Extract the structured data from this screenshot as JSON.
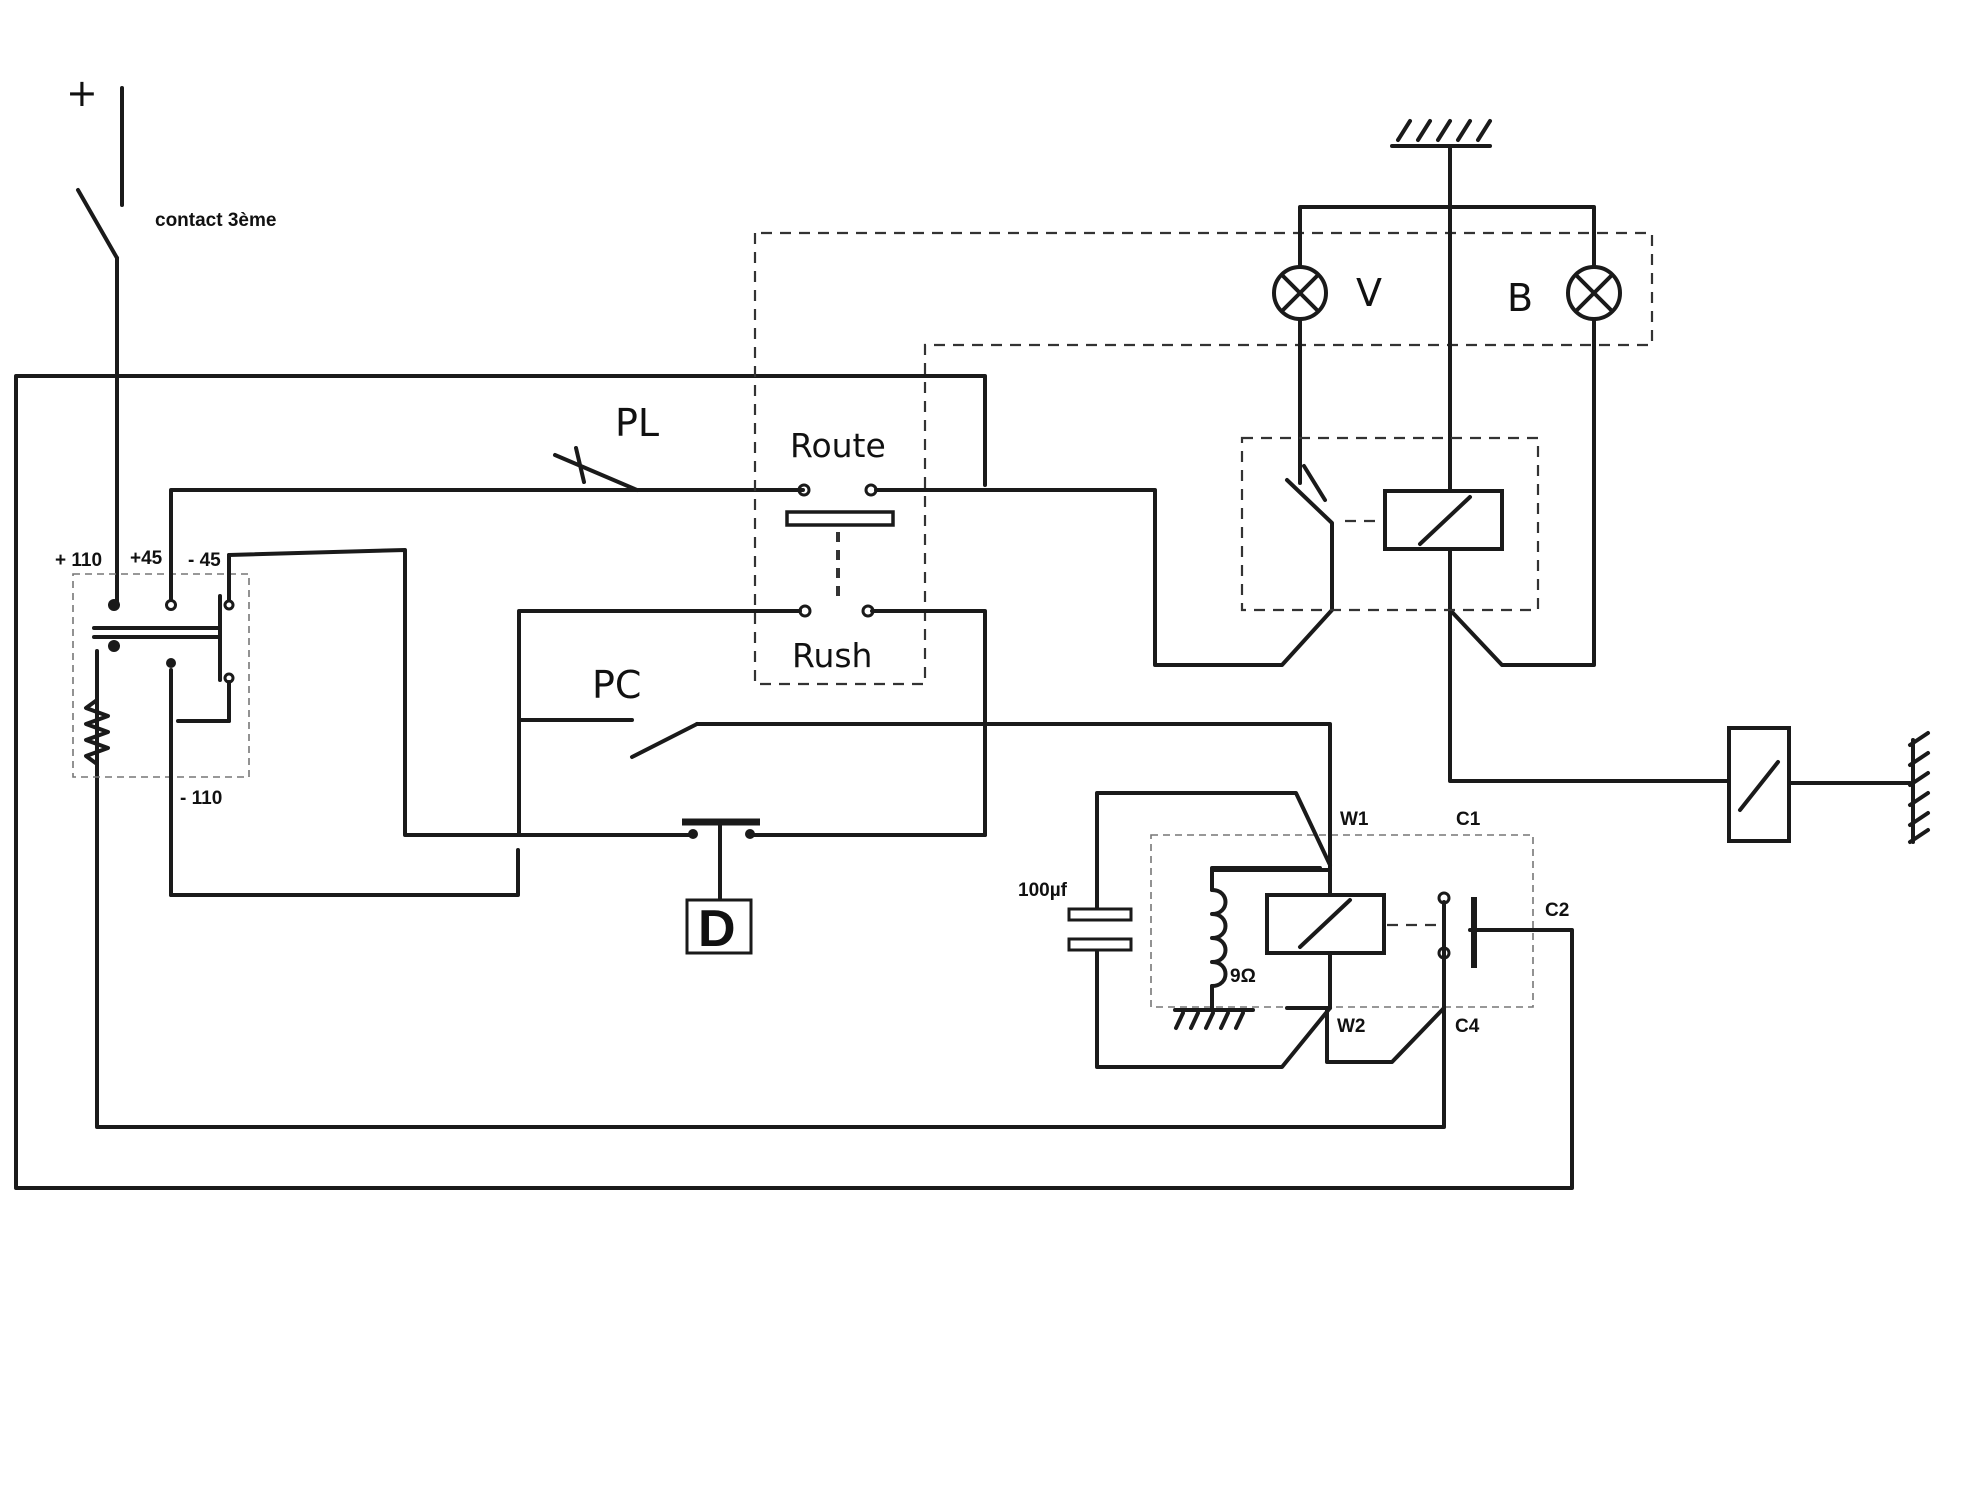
{
  "labels": {
    "plus": "+",
    "contact": "contact 3ème",
    "pl": "PL",
    "pc": "PC",
    "route": "Route",
    "rush": "Rush",
    "v": "V",
    "b": "B",
    "plus110": "+ 110",
    "plus45": "+45",
    "minus45": "- 45",
    "minus110": "- 110",
    "d": "D",
    "cap": "100µf",
    "ohm": "9Ω",
    "w1": "W1",
    "w2": "W2",
    "c1": "C1",
    "c2": "C2",
    "c4": "C4"
  }
}
